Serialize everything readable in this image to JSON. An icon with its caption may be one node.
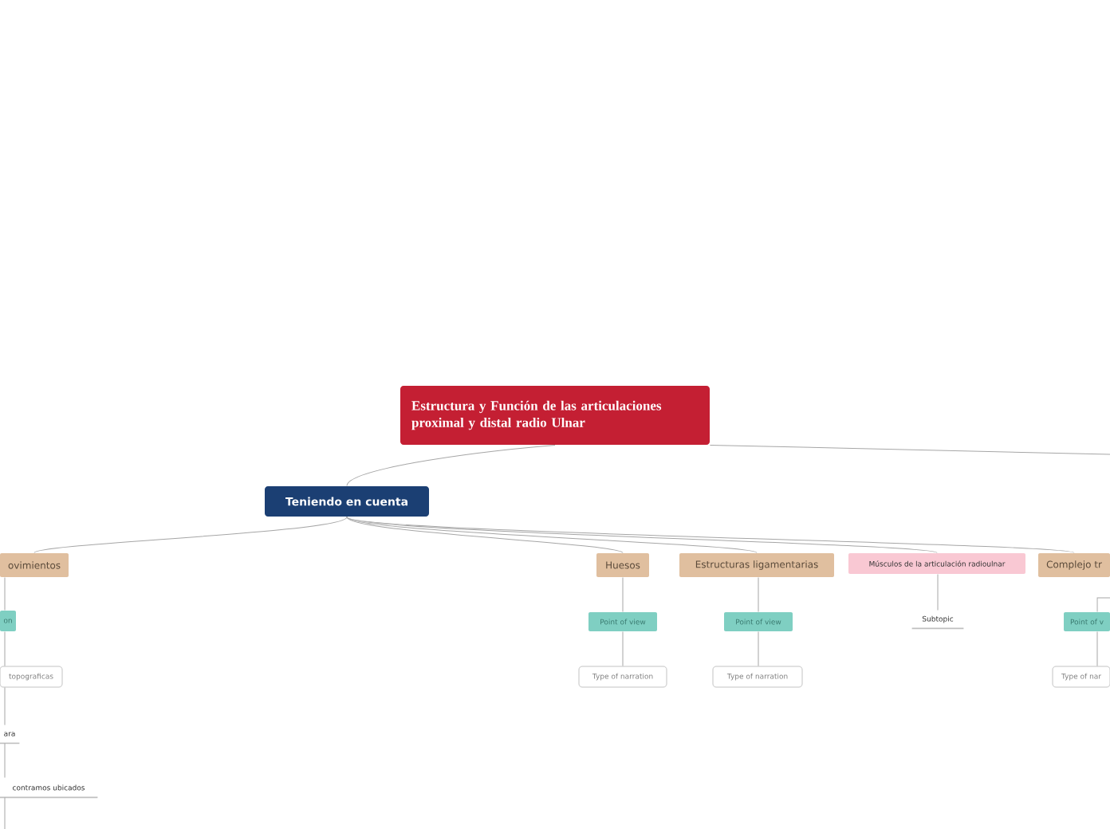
{
  "diagram": {
    "nodes": [
      {
        "text": [
          "Estructura y Función de las articulaciones proximal y distal radio Ulnar"
        ]
      },
      {
        "text": [
          "Teniendo en cuenta"
        ]
      },
      {
        "text": [
          "ovimientos"
        ]
      },
      {
        "text": [
          "on"
        ]
      },
      {
        "text": [
          "topograficas"
        ]
      },
      {
        "text": [
          "ara"
        ]
      },
      {
        "text": [
          "contramos ubicados"
        ]
      },
      {
        "text": [
          "Huesos"
        ]
      },
      {
        "text": [
          "Point of view"
        ]
      },
      {
        "text": [
          "Type of narration"
        ]
      },
      {
        "text": [
          "Estructuras ligamentarias"
        ]
      },
      {
        "text": [
          "Point of view"
        ]
      },
      {
        "text": [
          "Type of narration"
        ]
      },
      {
        "text": [
          "Músculos de la articulación radioulnar"
        ]
      },
      {
        "text": [
          "Subtopic"
        ]
      },
      {
        "text": [
          "Complejo tr"
        ]
      },
      {
        "text": [
          "Point of v"
        ]
      },
      {
        "text": [
          "Type of nar"
        ]
      }
    ],
    "edges": [
      {
        "from": 0,
        "to": 1,
        "arrow": "none"
      },
      {
        "from": 0,
        "to": null,
        "arrow": "none"
      },
      {
        "from": 1,
        "to": 2,
        "arrow": "none"
      },
      {
        "from": 1,
        "to": 7,
        "arrow": "none"
      },
      {
        "from": 1,
        "to": 10,
        "arrow": "none"
      },
      {
        "from": 1,
        "to": 13,
        "arrow": "none"
      },
      {
        "from": 1,
        "to": 15,
        "arrow": "none"
      },
      {
        "from": 2,
        "to": 3,
        "arrow": "none"
      },
      {
        "from": 3,
        "to": 4,
        "arrow": "none"
      },
      {
        "from": 4,
        "to": 5,
        "arrow": "none"
      },
      {
        "from": 5,
        "to": 6,
        "arrow": "none"
      },
      {
        "from": 6,
        "to": null,
        "arrow": "none"
      },
      {
        "from": 7,
        "to": 8,
        "arrow": "none"
      },
      {
        "from": 8,
        "to": 9,
        "arrow": "none"
      },
      {
        "from": 10,
        "to": 11,
        "arrow": "none"
      },
      {
        "from": 11,
        "to": 12,
        "arrow": "none"
      },
      {
        "from": 13,
        "to": 14,
        "arrow": "none"
      },
      {
        "from": 16,
        "to": 17,
        "arrow": "none"
      },
      {
        "from": 16,
        "to": null,
        "arrow": "none"
      }
    ]
  }
}
